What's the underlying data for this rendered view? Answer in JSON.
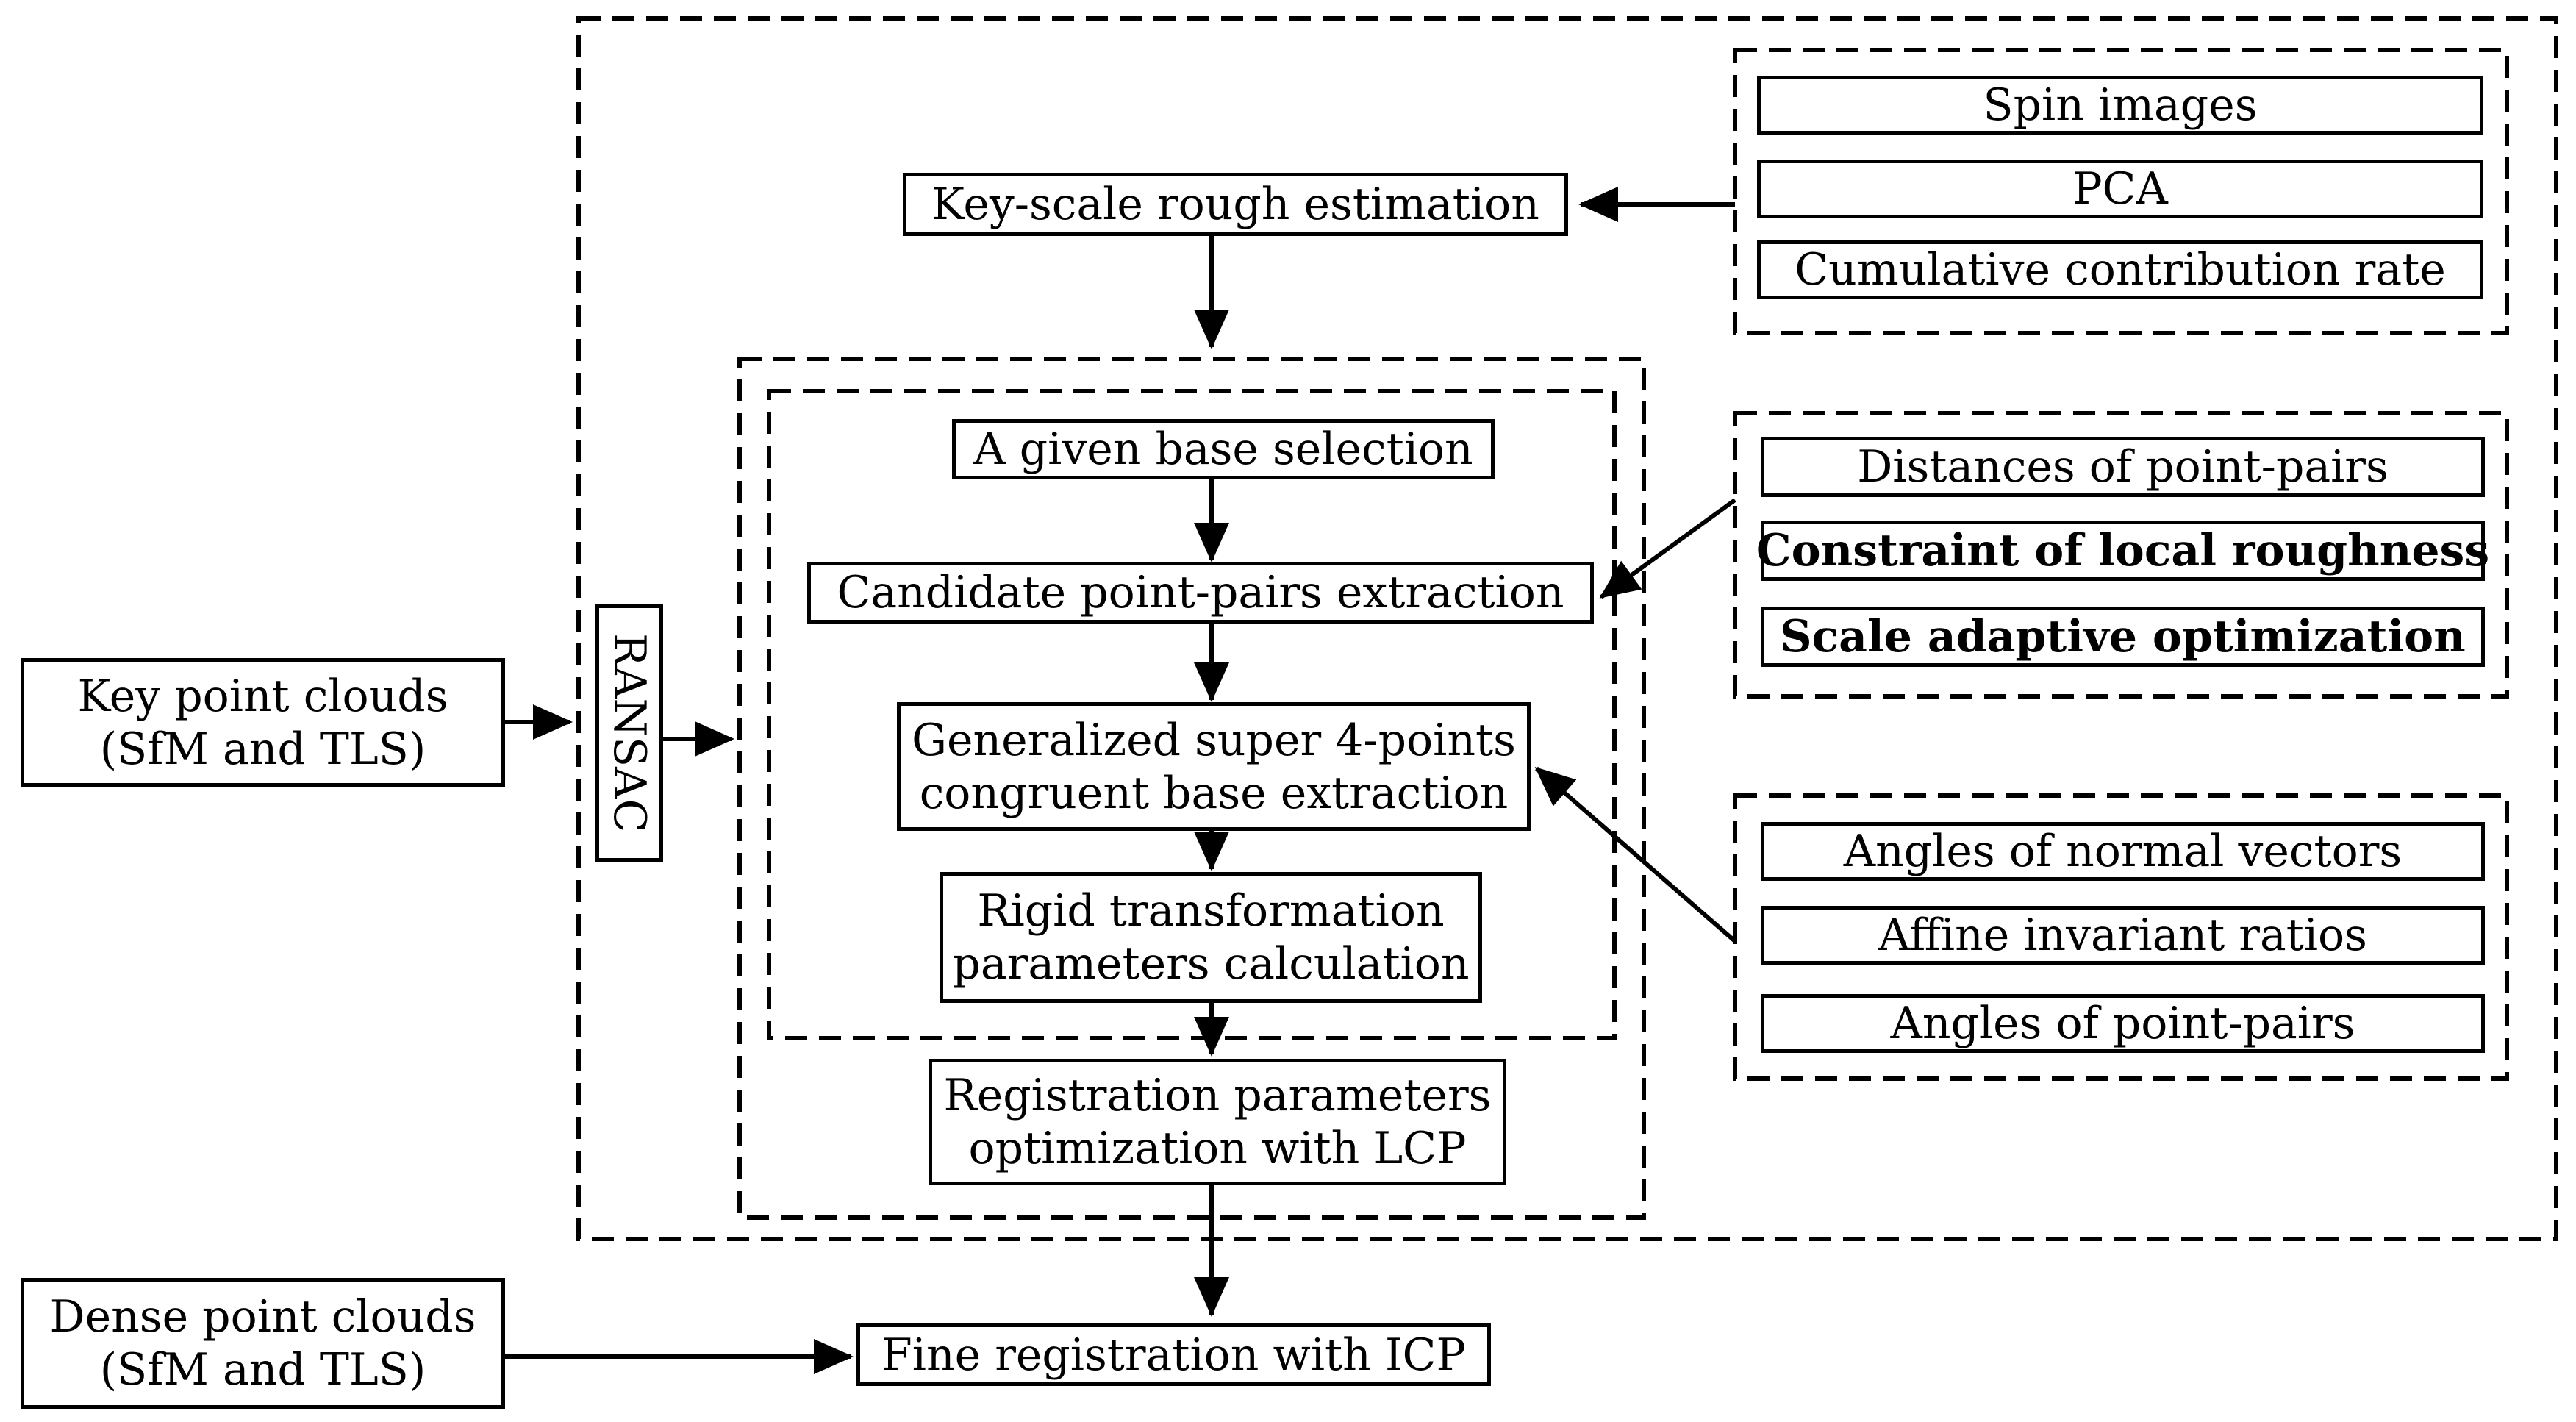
{
  "nodes": {
    "key_scale": "Key-scale rough estimation",
    "spin_images": "Spin images",
    "pca": "PCA",
    "cumulative": "Cumulative contribution rate",
    "base_selection": "A given base selection",
    "candidate": "Candidate point-pairs extraction",
    "generalized": [
      "Generalized super 4-points",
      "congruent base extraction"
    ],
    "rigid": [
      "Rigid transformation",
      "parameters calculation"
    ],
    "registration": [
      "Registration parameters",
      "optimization with LCP"
    ],
    "distances": "Distances of point-pairs",
    "roughness": "Constraint of local roughness",
    "scale_adaptive": "Scale adaptive optimization",
    "angles_normal": "Angles of normal vectors",
    "affine": "Affine invariant ratios",
    "angles_pairs": "Angles of point-pairs",
    "key_clouds": [
      "Key point clouds",
      "(SfM and TLS)"
    ],
    "ransac": "RANSAC",
    "dense_clouds": [
      "Dense point clouds",
      "(SfM and TLS)"
    ],
    "fine": "Fine registration with ICP"
  }
}
